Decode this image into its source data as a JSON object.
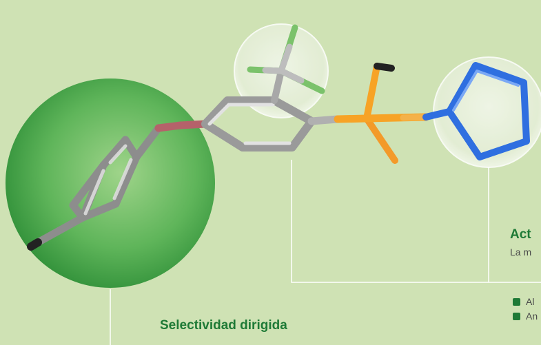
{
  "labels": {
    "selectivity": "Selectividad dirigida",
    "activity_title": "Act",
    "activity_sub": "La m"
  },
  "legend": [
    {
      "text": "Al",
      "color": "#1e7a36"
    },
    {
      "text": "An",
      "color": "#1e7a36"
    }
  ],
  "colors": {
    "background": "#cfe2b4",
    "accent_green": "#1e7a36",
    "callout_line": "#ffffff",
    "carbon": "#b8b8b8",
    "oxygen": "#b5626a",
    "fluorine": "#7bc26b",
    "phosphorus": "#f7a326",
    "nitrogen": "#2f6fe0"
  },
  "icons": {
    "molecule": "molecule-model",
    "highlight": "circle-lens"
  }
}
